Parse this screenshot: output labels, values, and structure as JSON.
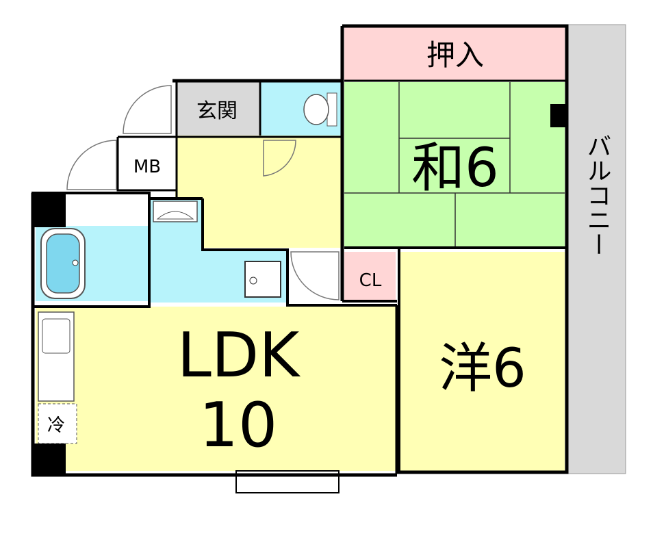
{
  "rooms": {
    "oshiire": "押入",
    "washitsu": "和6",
    "genkan": "玄関",
    "mb": "MB",
    "cl": "CL",
    "ldk_line1": "LDK",
    "ldk_line2": "10",
    "youshitsu": "洋6",
    "balcony": "バルコニー",
    "fridge": "冷"
  },
  "colors": {
    "wall": "#000000",
    "tatami": "#c6ffad",
    "oshiire": "#ffd6d6",
    "closet": "#ffd6d6",
    "living": "#ffffb5",
    "wet_area": "#b7f3fb",
    "genkan": "#d9d9d9",
    "balcony": "#d9d9d9"
  }
}
